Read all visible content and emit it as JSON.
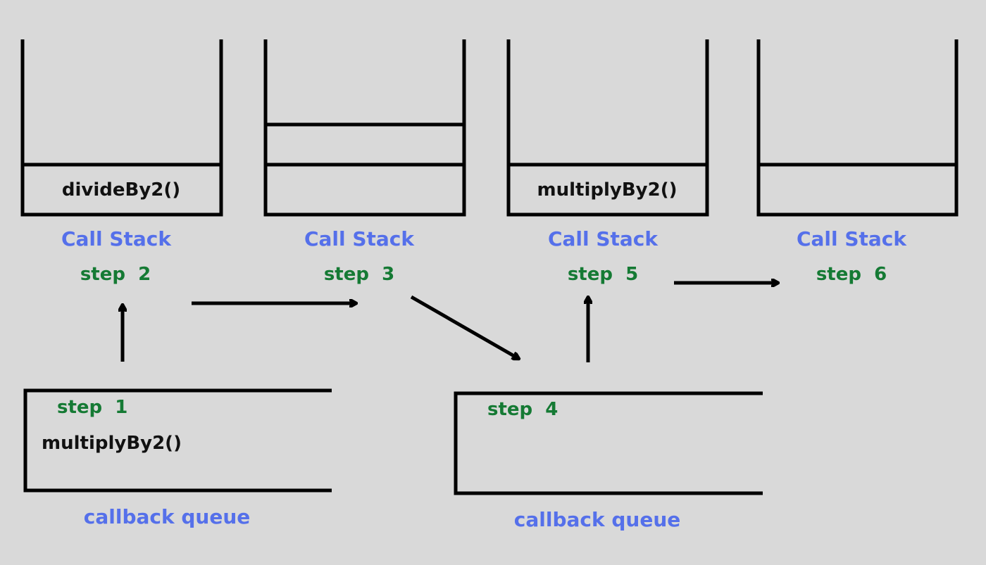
{
  "stacks": [
    {
      "frame_label": "divideBy2()",
      "caption": "Call Stack",
      "step": "step  2"
    },
    {
      "frame_label": "",
      "caption": "Call Stack",
      "step": "step  3"
    },
    {
      "frame_label": "multiplyBy2()",
      "caption": "Call Stack",
      "step": "step  5"
    },
    {
      "frame_label": "",
      "caption": "Call Stack",
      "step": "step  6"
    }
  ],
  "queues": [
    {
      "step": "step  1",
      "item": "multiplyBy2()",
      "caption": "callback queue"
    },
    {
      "step": "step  4",
      "item": "",
      "caption": "callback queue"
    }
  ],
  "colors": {
    "background": "#d9d9d9",
    "caption_blue": "#5570ea",
    "step_green": "#157a34",
    "text_black": "#111111",
    "stroke": "#000000"
  }
}
